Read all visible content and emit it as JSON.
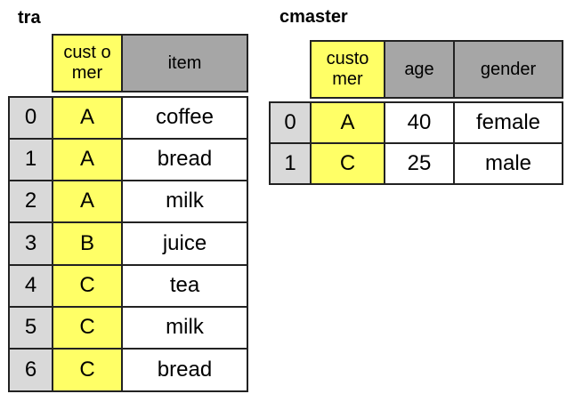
{
  "tables": [
    {
      "title": "tra",
      "columns": [
        "cust omer",
        "item"
      ],
      "rows": [
        {
          "index": "0",
          "customer": "A",
          "item": "coffee"
        },
        {
          "index": "1",
          "customer": "A",
          "item": "bread"
        },
        {
          "index": "2",
          "customer": "A",
          "item": "milk"
        },
        {
          "index": "3",
          "customer": "B",
          "item": "juice"
        },
        {
          "index": "4",
          "customer": "C",
          "item": "tea"
        },
        {
          "index": "5",
          "customer": "C",
          "item": "milk"
        },
        {
          "index": "6",
          "customer": "C",
          "item": "bread"
        }
      ]
    },
    {
      "title": "cmaster",
      "columns": [
        "custo mer",
        "age",
        "gender"
      ],
      "rows": [
        {
          "index": "0",
          "customer": "A",
          "age": "40",
          "gender": "female"
        },
        {
          "index": "1",
          "customer": "C",
          "age": "25",
          "gender": "male"
        }
      ]
    }
  ],
  "colors": {
    "index_fill": "#d9d9d9",
    "customer_fill": "#ffff66",
    "header_fill": "#a6a6a6",
    "cell_fill": "#ffffff"
  }
}
